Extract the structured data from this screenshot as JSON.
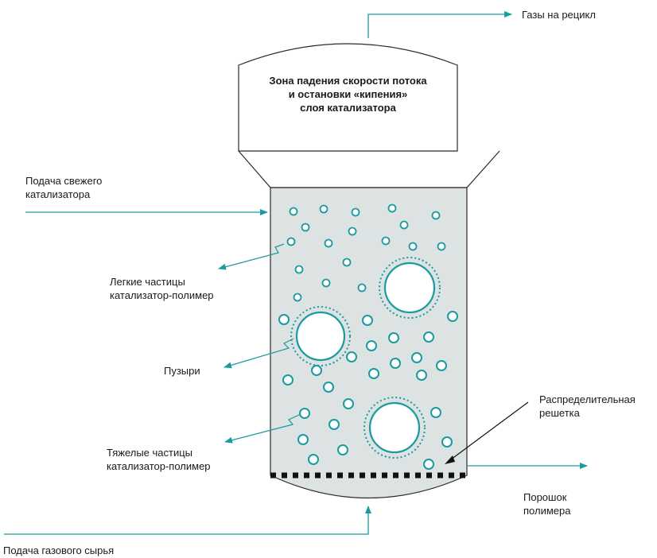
{
  "colors": {
    "teal": "#1b9a9f",
    "vessel_fill": "#dde2e2",
    "outline": "#2b2b2b",
    "grid": "#111111"
  },
  "zone": {
    "line1": "Зона падения скорости потока",
    "line2": "и остановки «кипения»",
    "line3": "слоя катализатора"
  },
  "labels": {
    "recycle_gas": "Газы на рецикл",
    "fresh_catalyst": {
      "line1": "Подача свежего",
      "line2": "катализатора"
    },
    "light_particles": {
      "line1": "Легкие частицы",
      "line2": "катализатор-полимер"
    },
    "bubbles": "Пузыри",
    "heavy_particles": {
      "line1": "Тяжелые частицы",
      "line2": "катализатор-полимер"
    },
    "distributor": {
      "line1": "Распределительная",
      "line2": "решетка"
    },
    "polymer_powder": {
      "line1": "Порошок",
      "line2": "полимера"
    },
    "gas_feed": "Подача газового сырья"
  }
}
